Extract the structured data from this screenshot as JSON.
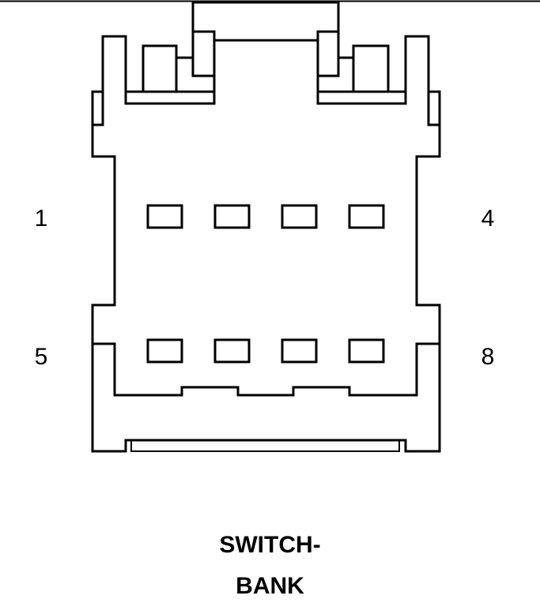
{
  "pin_labels": {
    "top_left": "1",
    "top_right": "4",
    "bottom_left": "5",
    "bottom_right": "8"
  },
  "caption": {
    "line1": "SWITCH-",
    "line2": "BANK"
  },
  "pin_rows": [
    {
      "row": "top",
      "cavity_count": 4
    },
    {
      "row": "bottom",
      "cavity_count": 4
    }
  ],
  "colors": {
    "line": "#000000",
    "background": "#ffffff"
  }
}
